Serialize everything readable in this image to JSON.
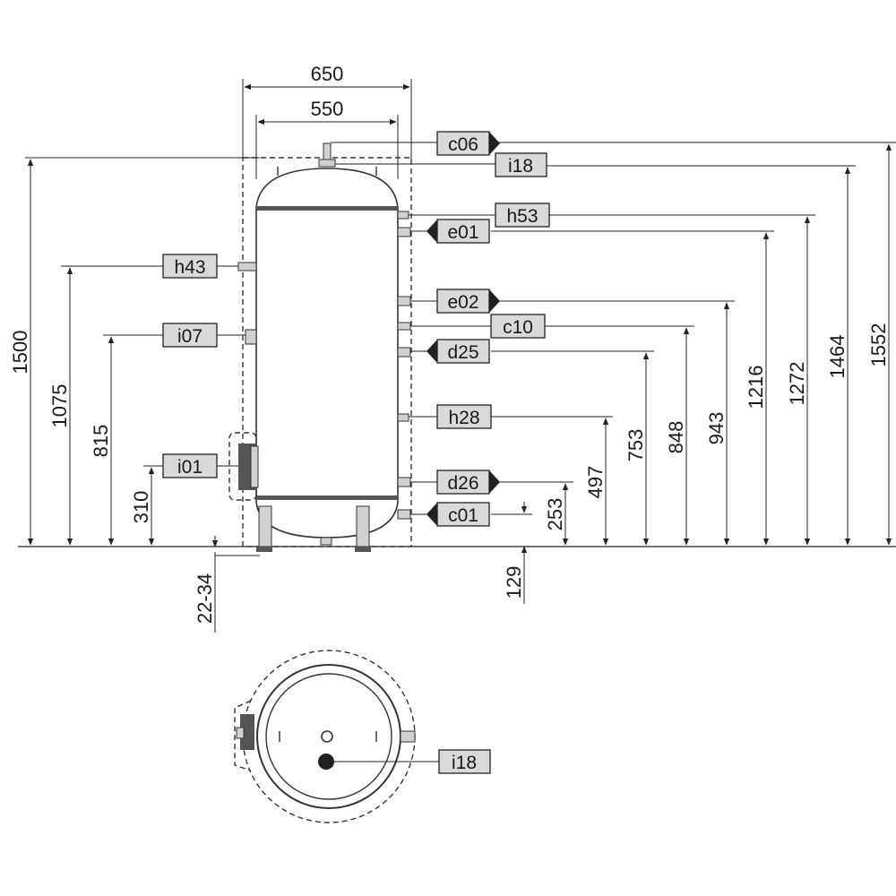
{
  "widths": {
    "outer": "650",
    "inner": "550"
  },
  "left_dims": {
    "d1500": "1500",
    "d1075": "1075",
    "d815": "815",
    "d310": "310",
    "d2234": "22-34"
  },
  "right_dims": {
    "d253": "253",
    "d129": "129",
    "d497": "497",
    "d753": "753",
    "d848": "848",
    "d943": "943",
    "d1216": "1216",
    "d1272": "1272",
    "d1464": "1464",
    "d1552": "1552"
  },
  "tags": {
    "c06": "c06",
    "i18": "i18",
    "h53": "h53",
    "e01": "e01",
    "h43": "h43",
    "e02": "e02",
    "c10": "c10",
    "i07": "i07",
    "d25": "d25",
    "h28": "h28",
    "i01": "i01",
    "d26": "d26",
    "c01": "c01"
  },
  "top_view": {
    "tag": "i18"
  }
}
